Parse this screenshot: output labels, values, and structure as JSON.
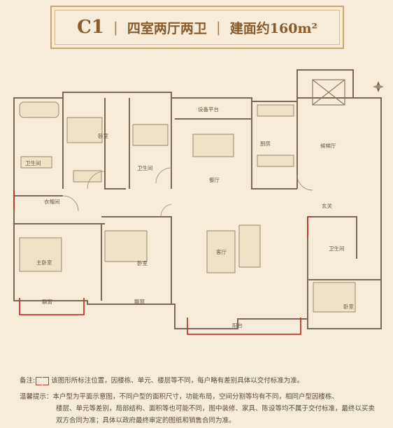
{
  "title": {
    "code": "C1",
    "layout": "四室两厅两卫",
    "area": "建面约160m²"
  },
  "rooms": {
    "equipment_platform": "设备平台",
    "bedroom_top": "卧室",
    "bathroom_top": "卫生间",
    "dining": "餐厅",
    "kitchen": "厨房",
    "elevator_hall": "候梯厅",
    "bathroom_left": "卫生间",
    "cloakroom": "衣帽间",
    "entrance": "玄关",
    "master_bedroom": "主卧室",
    "bedroom_mid": "卧室",
    "living": "客厅",
    "bathroom_right": "卫生间",
    "bedroom_right": "卧室",
    "bay_window_left": "飘窗",
    "bay_window_mid": "飘窗",
    "balcony": "阳台"
  },
  "notes": {
    "remark_prefix": "备注:",
    "remark_text": "该图形所标注位置，因楼栋、单元、楼层等不同，每户略有差别具体以交付标准为准。",
    "tip_line1": "温馨提示：本户型为平面示意图，不同户型的面积尺寸，功能布局，空间分割等均有不同，相同户型因楼栋、",
    "tip_line2": "楼层、单元等差别，局部结构、面积等也可能不同，图中装修、家具、陈设等均不属于交付标准，最终以买卖",
    "tip_line3": "双方合同为准；具体以政府最终审定的图纸和销售合同为准。"
  },
  "colors": {
    "background": "#f6ecd9",
    "wall": "#7a6a55",
    "accent": "#c0392b",
    "title": "#8a5a2a"
  }
}
